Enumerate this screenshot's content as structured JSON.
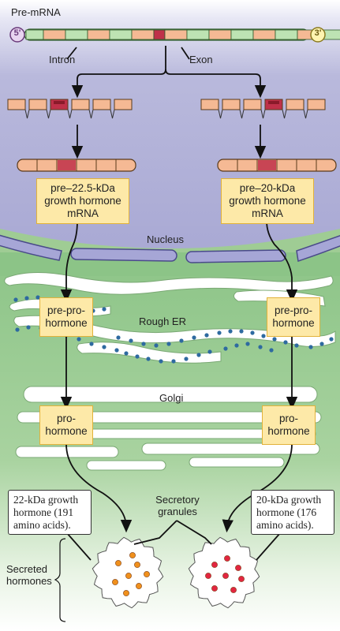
{
  "labels": {
    "pre_mrna": "Pre-mRNA",
    "five_prime": "5'",
    "three_prime": "3'",
    "intron": "Intron",
    "exon": "Exon",
    "nucleus": "Nucleus",
    "rough_er": "Rough ER",
    "golgi": "Golgi",
    "secretory_granules_1": "Secretory",
    "secretory_granules_2": "granules",
    "secreted_hormones_1": "Secreted",
    "secreted_hormones_2": "hormones"
  },
  "left_path": {
    "mrna": [
      "pre–22.5-kDa",
      "growth hormone",
      "mRNA"
    ],
    "prepro": [
      "pre-pro-",
      "hormone"
    ],
    "pro": [
      "pro-",
      "hormone"
    ],
    "callout": [
      "22-kDa growth",
      "hormone (191",
      "amino acids)."
    ]
  },
  "right_path": {
    "mrna": [
      "pre–20-kDa",
      "growth hormone",
      "mRNA"
    ],
    "prepro": [
      "pre-pro-",
      "hormone"
    ],
    "pro": [
      "pro-",
      "hormone"
    ],
    "callout": [
      "20-kDa growth",
      "hormone (176",
      "amino acids)."
    ]
  },
  "colors": {
    "nucleus_bg": "#b9b9dc",
    "cytoplasm_bg": "#9fcc94",
    "intron": "#bde3b3",
    "exon": "#f5b994",
    "alt_exon": "#bf3049",
    "box_fill": "#fde9a8",
    "ribosome": "#2e6aa0",
    "granule_orange": "#f0901c",
    "granule_red": "#e22640"
  }
}
